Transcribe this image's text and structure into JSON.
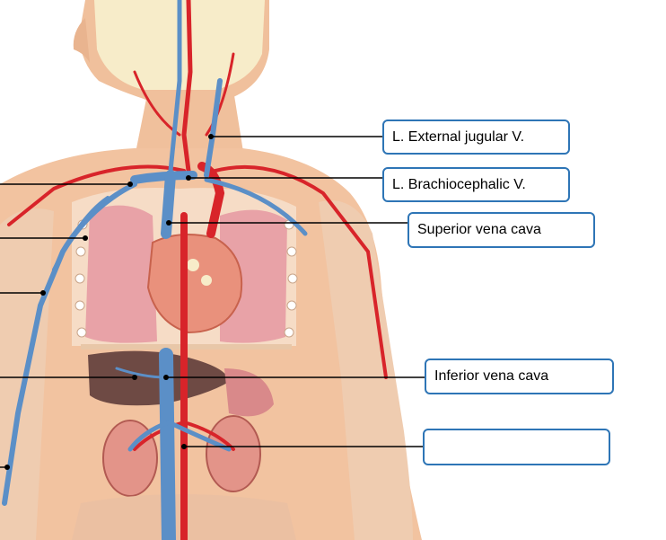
{
  "labels": {
    "external_jugular": "L. External jugular V.",
    "brachiocephalic": "L. Brachiocephalic V.",
    "superior_vena_cava": "Superior vena cava",
    "inferior_vena_cava": "Inferior vena cava",
    "blank": ""
  },
  "colors": {
    "label_border": "#2E75B6",
    "vein": "#5B8FC7",
    "artery": "#D8242A",
    "skin": "#F2C3A0"
  }
}
